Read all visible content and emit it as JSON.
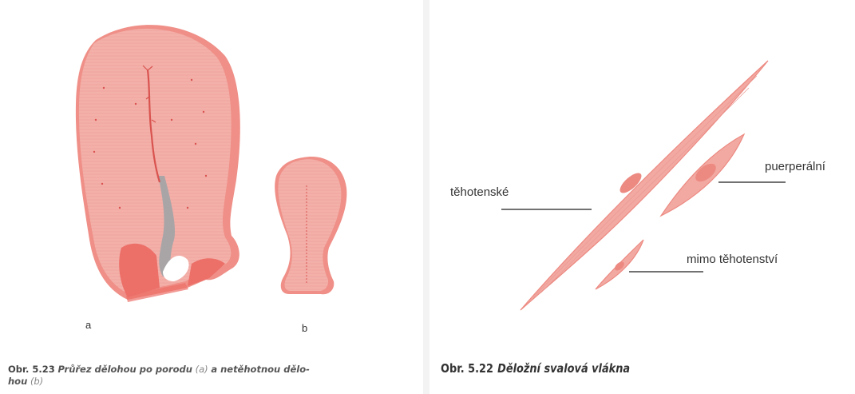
{
  "left_figure": {
    "label_a": "a",
    "label_b": "b",
    "caption": {
      "number": "Obr. 5.23",
      "text_line1": "Průřez dělohou po porodu",
      "paren_a": "(a)",
      "text_mid": "a netěhotnou dělo-",
      "text_line2": "hou",
      "paren_b": "(b)"
    }
  },
  "right_figure": {
    "labels": {
      "pregnant": "těhotenské",
      "puerperal": "puerperální",
      "non_pregnant": "mimo těhotenství"
    },
    "caption": {
      "number": "Obr. 5.22",
      "text": "Děložní svalová vlákna"
    }
  },
  "colors": {
    "tissue": "#f2a9a2",
    "tissue_light": "#f6c2bc",
    "tissue_dark": "#ec6f68",
    "vessel": "#d9534f",
    "grey": "#a9a5a7"
  }
}
